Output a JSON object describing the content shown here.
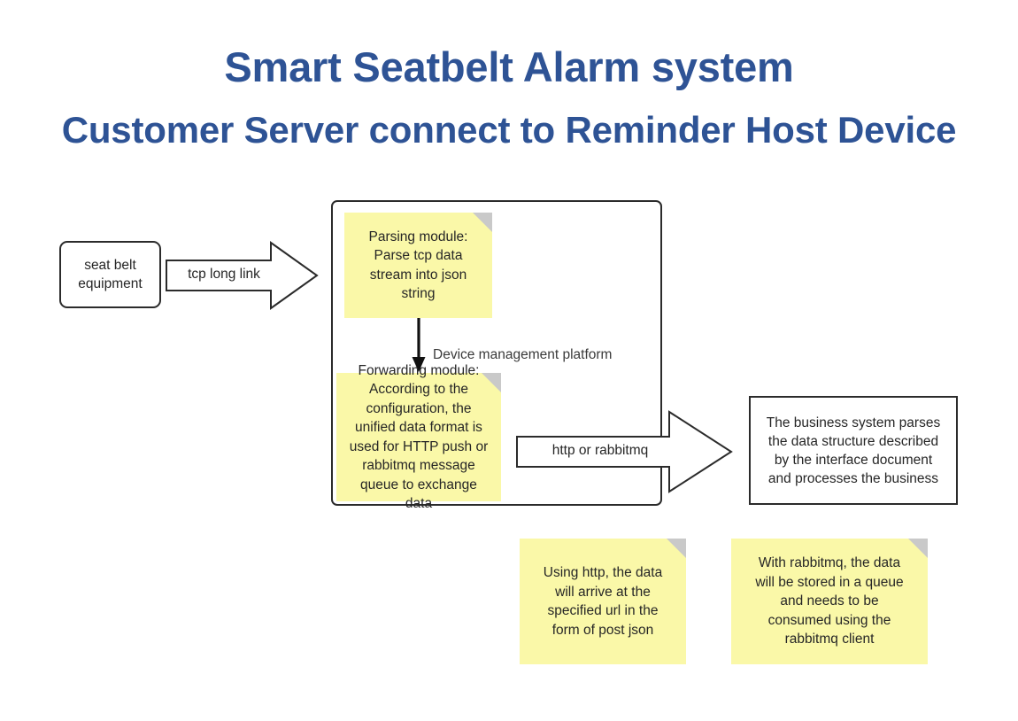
{
  "title": {
    "line1": "Smart Seatbelt Alarm system",
    "line2": "Customer Server connect to Reminder Host Device",
    "color": "#2E5395"
  },
  "diagram": {
    "type": "flow-diagram",
    "background": "#ffffff",
    "sticky_note_color": "#FAF8A8",
    "stroke_color": "#2b2b2b",
    "nodes": {
      "seat_belt_equipment": {
        "label_line1": "seat belt",
        "label_line2": "equipment",
        "shape": "rounded-rectangle"
      },
      "platform_container": {
        "label": "Device management platform",
        "shape": "rounded-rectangle"
      },
      "parsing_module": {
        "lines": [
          "Parsing module:",
          "Parse tcp data",
          "stream into json",
          "string"
        ],
        "shape": "sticky-note"
      },
      "forwarding_module": {
        "lines": [
          "Forwarding module:",
          "According to the",
          "configuration, the",
          "unified data format is",
          "used for HTTP push or",
          "rabbitmq message",
          "queue to exchange",
          "data"
        ],
        "shape": "sticky-note"
      },
      "business_system": {
        "lines": [
          "The business system parses",
          "the data structure described",
          "by the interface document",
          "and processes the business"
        ],
        "shape": "rectangle"
      },
      "note_http": {
        "lines": [
          "Using http, the data",
          "will arrive at the",
          "specified url in the",
          "form of post json"
        ],
        "shape": "sticky-note"
      },
      "note_rabbitmq": {
        "lines": [
          "With rabbitmq, the data",
          "will be stored in a queue",
          "and needs to be",
          "consumed using the",
          "rabbitmq client"
        ],
        "shape": "sticky-note"
      }
    },
    "edges": {
      "tcp_arrow": {
        "label": "tcp long link",
        "from": "seat belt equipment",
        "to": "Device management platform",
        "style": "block-arrow-right"
      },
      "internal_arrow": {
        "label": "",
        "from": "Parsing module",
        "to": "Forwarding module",
        "style": "line-arrow-down"
      },
      "http_arrow": {
        "label": "http or rabbitmq",
        "from": "Device management platform",
        "to": "business system",
        "style": "block-arrow-right"
      }
    }
  }
}
